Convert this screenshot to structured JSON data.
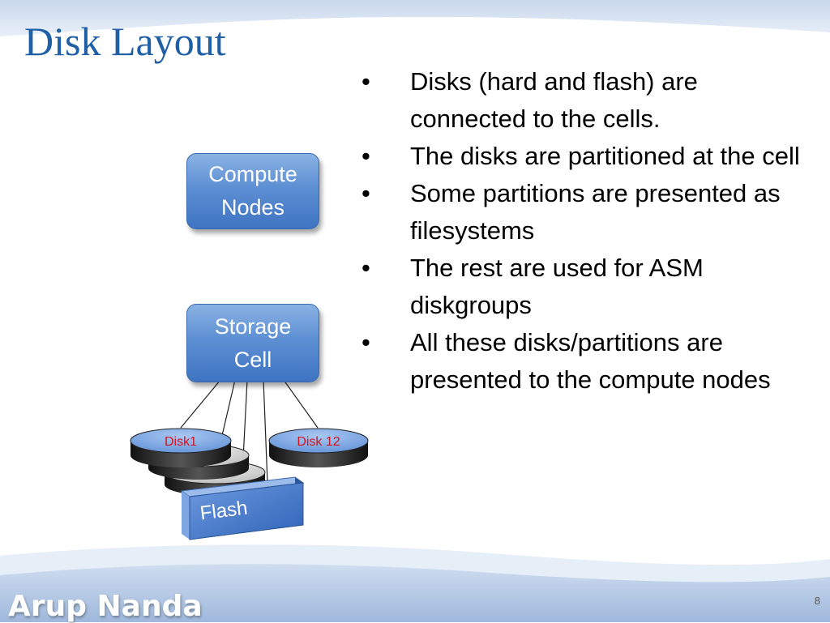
{
  "slide": {
    "title": "Disk Layout",
    "bullets": [
      "Disks (hard and flash) are connected to the cells.",
      "The disks are partitioned at the cell",
      "Some partitions are presented as filesystems",
      "The rest are used for ASM diskgroups",
      "All these disks/partitions are presented to the compute nodes"
    ],
    "bullet_glyph": "•",
    "footer_author": "Arup Nanda",
    "page_number": "8"
  },
  "diagram": {
    "compute_label_1": "Compute",
    "compute_label_2": "Nodes",
    "storage_label_1": "Storage",
    "storage_label_2": "Cell",
    "disk_first_label": "Disk1",
    "disk_last_label": "Disk 12",
    "flash_label": "Flash"
  },
  "colors": {
    "title": "#1f5fa6",
    "box_blue": "#4f84cc",
    "disk_label": "#d8121e",
    "disk_top": "#6f9de0"
  }
}
